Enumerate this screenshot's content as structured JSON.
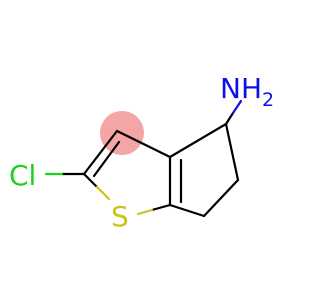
{
  "molecule": {
    "atoms": {
      "nitrogen": {
        "symbol": "N",
        "count": "H",
        "subscript": "2"
      },
      "chlorine": {
        "symbol": "Cl"
      },
      "sulfur": {
        "symbol": "S"
      }
    },
    "colors": {
      "bond": "#000000",
      "nitrogen": "#0b12e8",
      "chlorine": "#1fd11a",
      "sulfur": "#c9c41a",
      "highlight": "#f4a5a5"
    }
  }
}
